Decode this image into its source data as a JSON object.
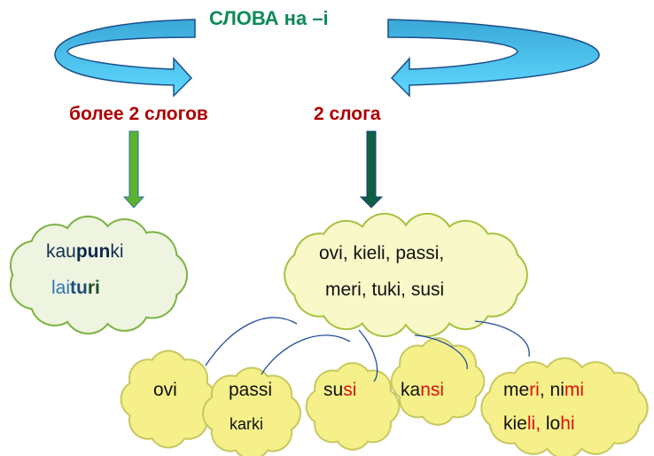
{
  "title": "СЛОВА на –i",
  "branches": {
    "left_label": "более 2 слогов",
    "right_label": "2 слога"
  },
  "left_cloud": {
    "word1": [
      "kau",
      "pun",
      "ki"
    ],
    "word2": [
      "lai",
      "tu",
      "ri"
    ]
  },
  "main_cloud": {
    "line1": "ovi, kieli, passi,",
    "line2": "meri, tuki, susi"
  },
  "small_clouds": {
    "ovi": "ovi",
    "passi": "passi",
    "karki": "karki",
    "susi": [
      "su",
      "si"
    ],
    "kansi": [
      "ka",
      "nsi"
    ],
    "meri_line": [
      "me",
      "ri",
      ", ni",
      "mi"
    ],
    "kieli_line": [
      "kie",
      "li, ",
      "lo",
      "hi"
    ]
  },
  "colors": {
    "title": "#0e8a5a",
    "label": "#b00000",
    "highlight": "#e01010",
    "arrow_light": "#4ab5e0",
    "connector": "#1f4e9a"
  }
}
